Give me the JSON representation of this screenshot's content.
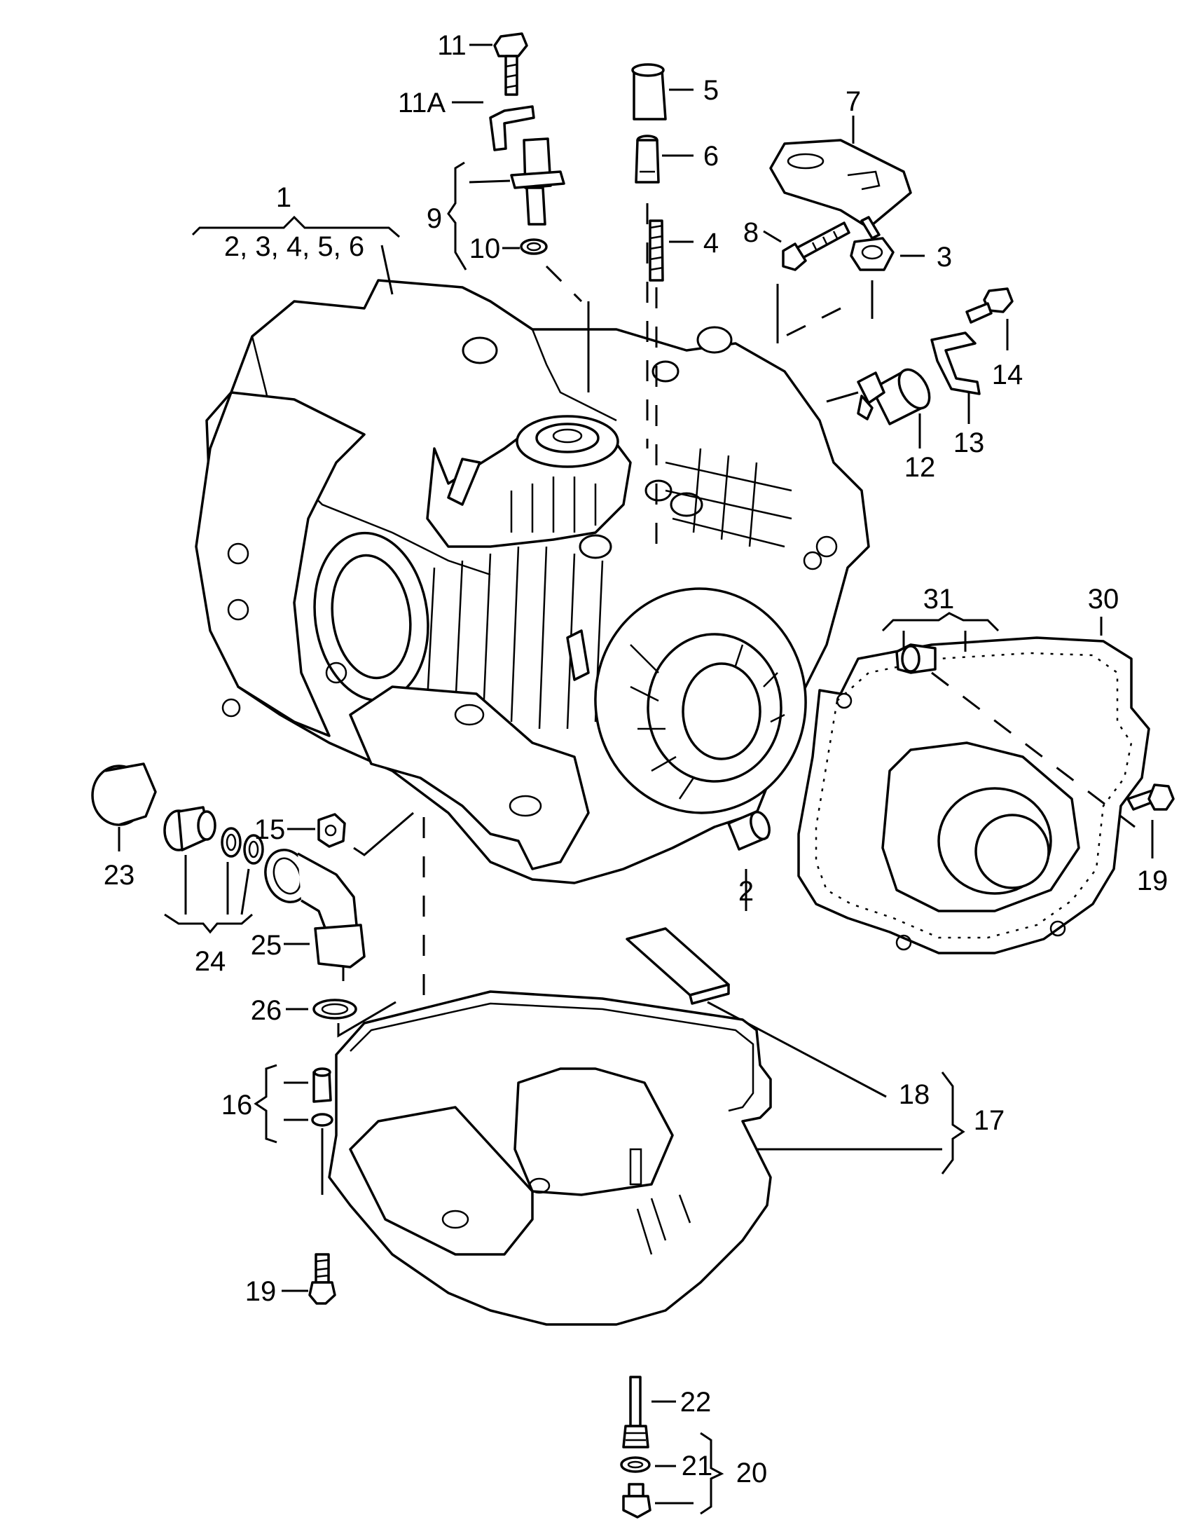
{
  "callouts": {
    "c1": "1",
    "c1_group": "2, 3, 4, 5, 6",
    "c2": "2",
    "c3": "3",
    "c4": "4",
    "c5": "5",
    "c6": "6",
    "c7": "7",
    "c8": "8",
    "c9": "9",
    "c10": "10",
    "c11": "11",
    "c11A": "11A",
    "c12": "12",
    "c13": "13",
    "c14": "14",
    "c15": "15",
    "c16": "16",
    "c17": "17",
    "c18": "18",
    "c19_right": "19",
    "c19_left": "19",
    "c20": "20",
    "c21": "21",
    "c22": "22",
    "c23": "23",
    "c24": "24",
    "c25": "25",
    "c26": "26",
    "c30": "30",
    "c31": "31"
  }
}
